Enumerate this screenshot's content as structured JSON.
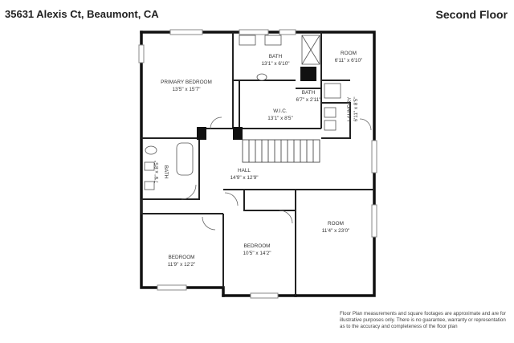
{
  "header": {
    "address": "35631 Alexis Ct, Beaumont, CA",
    "floor": "Second Floor"
  },
  "rooms": [
    {
      "id": "primary",
      "name": "PRIMARY BEDROOM",
      "dims": "13'5\" x 15'7\""
    },
    {
      "id": "bath-top",
      "name": "BATH",
      "dims": "13'1\" x 6'10\""
    },
    {
      "id": "room-top",
      "name": "ROOM",
      "dims": "6'11\" x 6'10\""
    },
    {
      "id": "bath-small",
      "name": "BATH",
      "dims": "6'7\" x 2'11\""
    },
    {
      "id": "wic",
      "name": "W.I.C.",
      "dims": "13'1\" x 8'5\""
    },
    {
      "id": "laundry",
      "name": "LAUNDRY",
      "dims": "6'11\" x 8'5\""
    },
    {
      "id": "bath-left",
      "name": "BATH",
      "dims": "7'9\" x 8'5\""
    },
    {
      "id": "hall",
      "name": "HALL",
      "dims": "14'9\" x 12'9\""
    },
    {
      "id": "room-big",
      "name": "ROOM",
      "dims": "11'4\" x 23'0\""
    },
    {
      "id": "bed-left",
      "name": "BEDROOM",
      "dims": "11'9\" x 12'2\""
    },
    {
      "id": "bed-mid",
      "name": "BEDROOM",
      "dims": "10'5\" x 14'2\""
    }
  ],
  "disclaimer": "Floor Plan measurements and square footages are approximate and are for illustrative purposes only. There is no guarantee, warranty or representation as to the accuracy and completeness of the floor plan"
}
